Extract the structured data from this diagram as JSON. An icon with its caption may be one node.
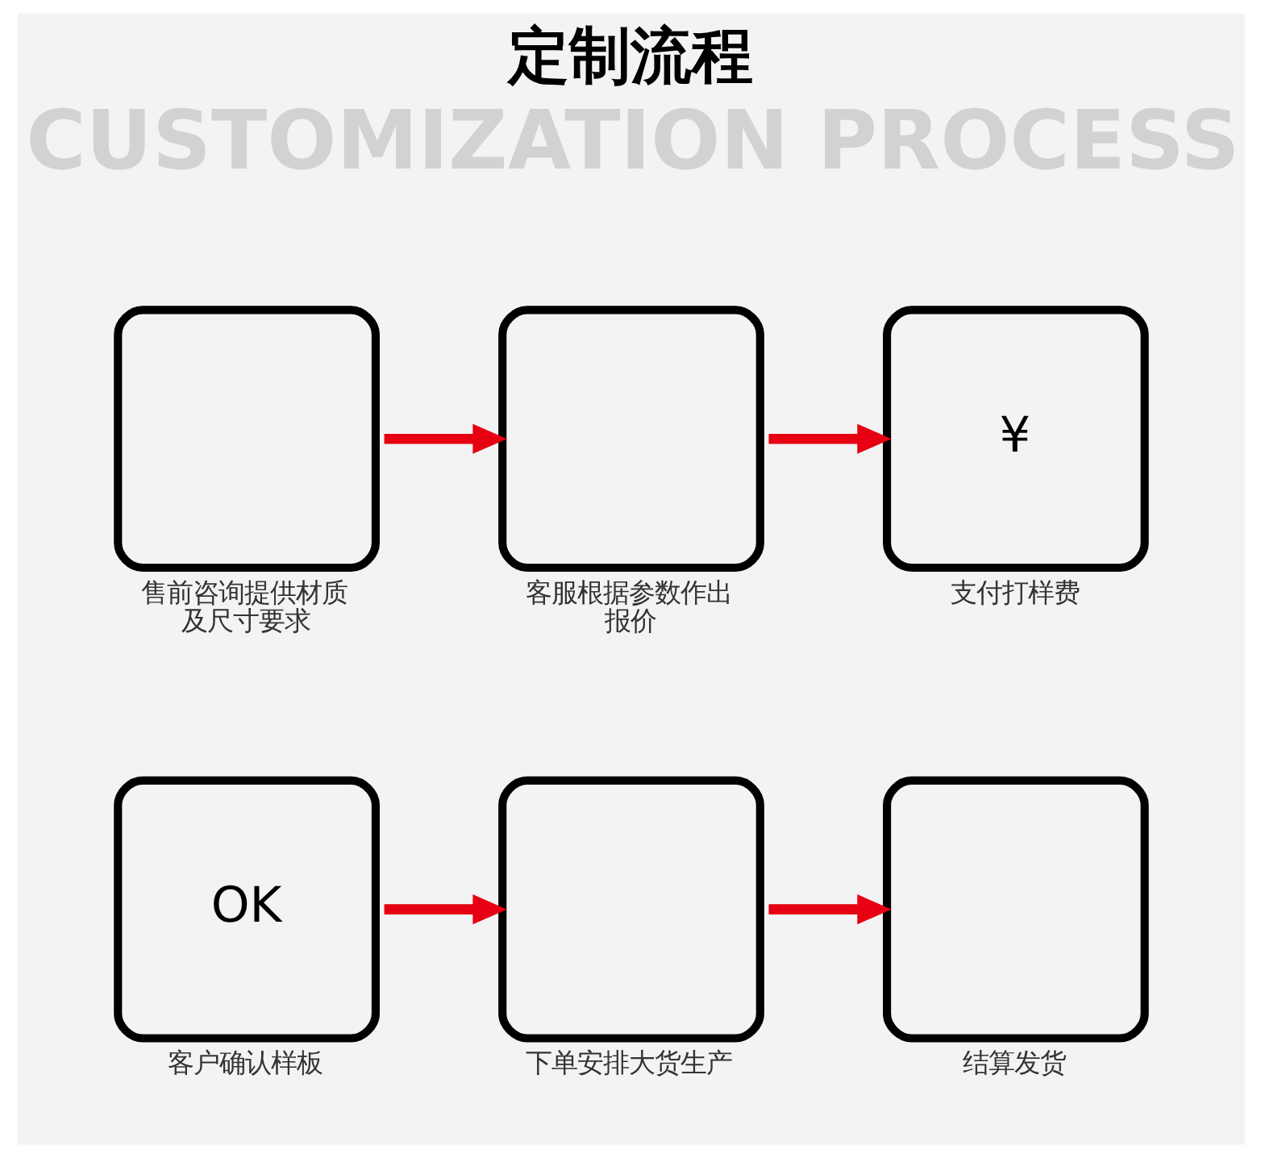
{
  "diagram": {
    "title": "定制流程",
    "nodes": [
      {
        "text": [
          "售前咨询提供材质及尺寸要求"
        ]
      },
      {
        "text": [
          "客服根据参数作出报价"
        ]
      },
      {
        "text": [
          "¥",
          "支付打样费"
        ]
      },
      {
        "text": [
          "OK",
          "客户确认样板"
        ]
      },
      {
        "text": [
          "下单安排大货生产"
        ]
      },
      {
        "text": [
          "结算发货"
        ]
      }
    ],
    "edges": [
      {
        "from": 0,
        "to": 1,
        "arrow": "to"
      },
      {
        "from": 1,
        "to": 2,
        "arrow": "to"
      },
      {
        "from": 3,
        "to": 4,
        "arrow": "to"
      },
      {
        "from": 4,
        "to": 5,
        "arrow": "to"
      }
    ],
    "labels": [
      "CUSTOMIZATION PROCESS"
    ]
  }
}
